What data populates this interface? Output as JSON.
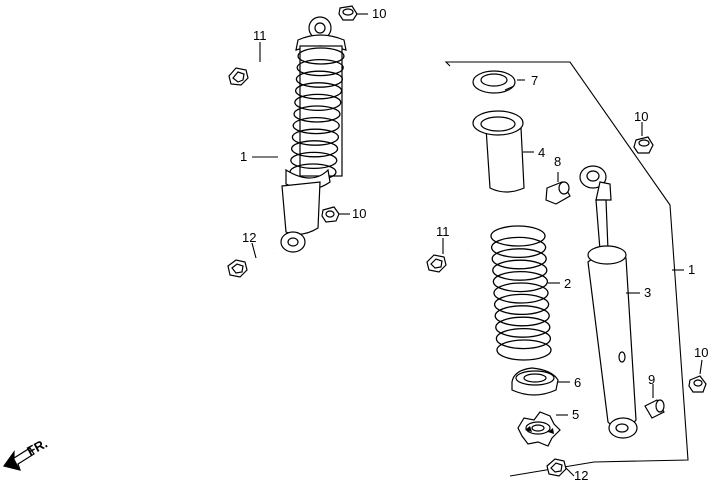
{
  "callouts": {
    "c1_main": "1",
    "c1_left": "1",
    "c2": "2",
    "c3": "3",
    "c4": "4",
    "c5": "5",
    "c6": "6",
    "c7": "7",
    "c8": "8",
    "c9": "9",
    "c10_top": "10",
    "c10_mid": "10",
    "c10_right_top": "10",
    "c10_right_bottom": "10",
    "c11_left": "11",
    "c11_mid": "11",
    "c12_left": "12",
    "c12_bottom": "12"
  },
  "direction": {
    "label": "FR."
  },
  "icons": {
    "front_arrow": "arrow-front-icon"
  }
}
